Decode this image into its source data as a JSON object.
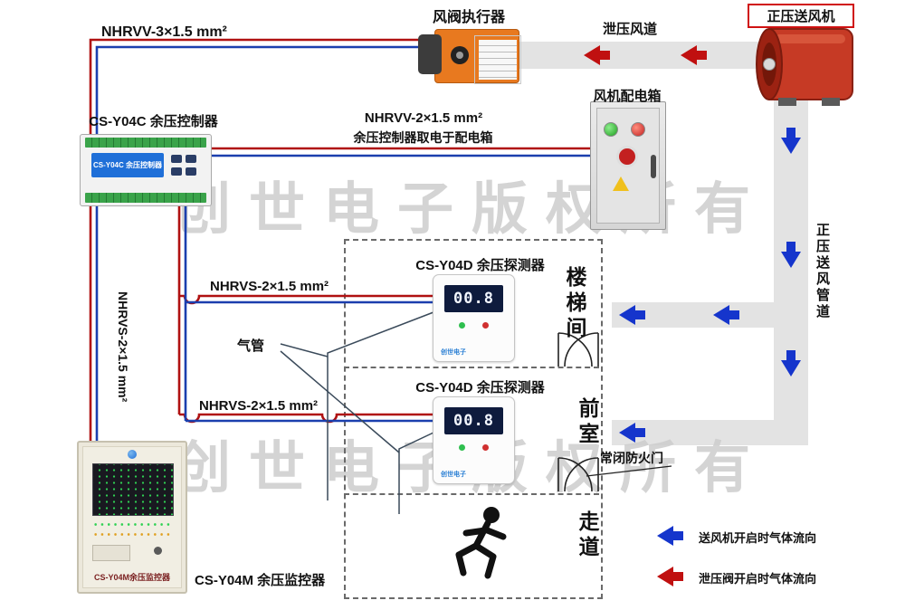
{
  "watermark": "创世电子版权所有",
  "cables": {
    "nhrvv3": "NHRVV-3×1.5 mm²",
    "nhrvv2": "NHRVV-2×1.5 mm²",
    "nhrvv2_note": "余压控制器取电于配电箱",
    "nhrvs_run1": "NHRVS-2×1.5 mm²",
    "nhrvs_run2": "NHRVS-2×1.5 mm²",
    "nhrvs_vertical": "NHRVS-2×1.5 mm²"
  },
  "components": {
    "actuator": {
      "label": "风阀执行器"
    },
    "relief_duct": {
      "label": "泄压风道"
    },
    "fan": {
      "label": "正压送风机"
    },
    "supply_duct": {
      "label": "正压送风管道"
    },
    "dist_box": {
      "label": "风机配电箱"
    },
    "controller": {
      "label": "CS-Y04C 余压控制器",
      "screen_text": "CS-Y04C 余压控制器"
    },
    "detector1": {
      "label": "CS-Y04D 余压探测器",
      "value": "00.8",
      "brand": "创世电子"
    },
    "detector2": {
      "label": "CS-Y04D 余压探测器",
      "value": "00.8",
      "brand": "创世电子"
    },
    "monitor": {
      "label": "CS-Y04M 余压监控器",
      "panel_text": "CS-Y04M余压监控器"
    },
    "fire_door": {
      "label": "常闭防火门"
    },
    "air_tube": {
      "label": "气管"
    }
  },
  "rooms": {
    "stairwell": "楼梯间",
    "front_room": "前室",
    "corridor": "走道"
  },
  "legend": [
    {
      "color": "#1535cc",
      "text": "送风机开启时气体流向"
    },
    {
      "color": "#c01010",
      "text": "泄压阀开启时气体流向"
    }
  ],
  "colors": {
    "wire_red": "#b01111",
    "wire_blue": "#1b3fae",
    "duct_gray": "#e3e3e3",
    "actuator_orange": "#e8791f",
    "fan_red": "#c63a25"
  }
}
